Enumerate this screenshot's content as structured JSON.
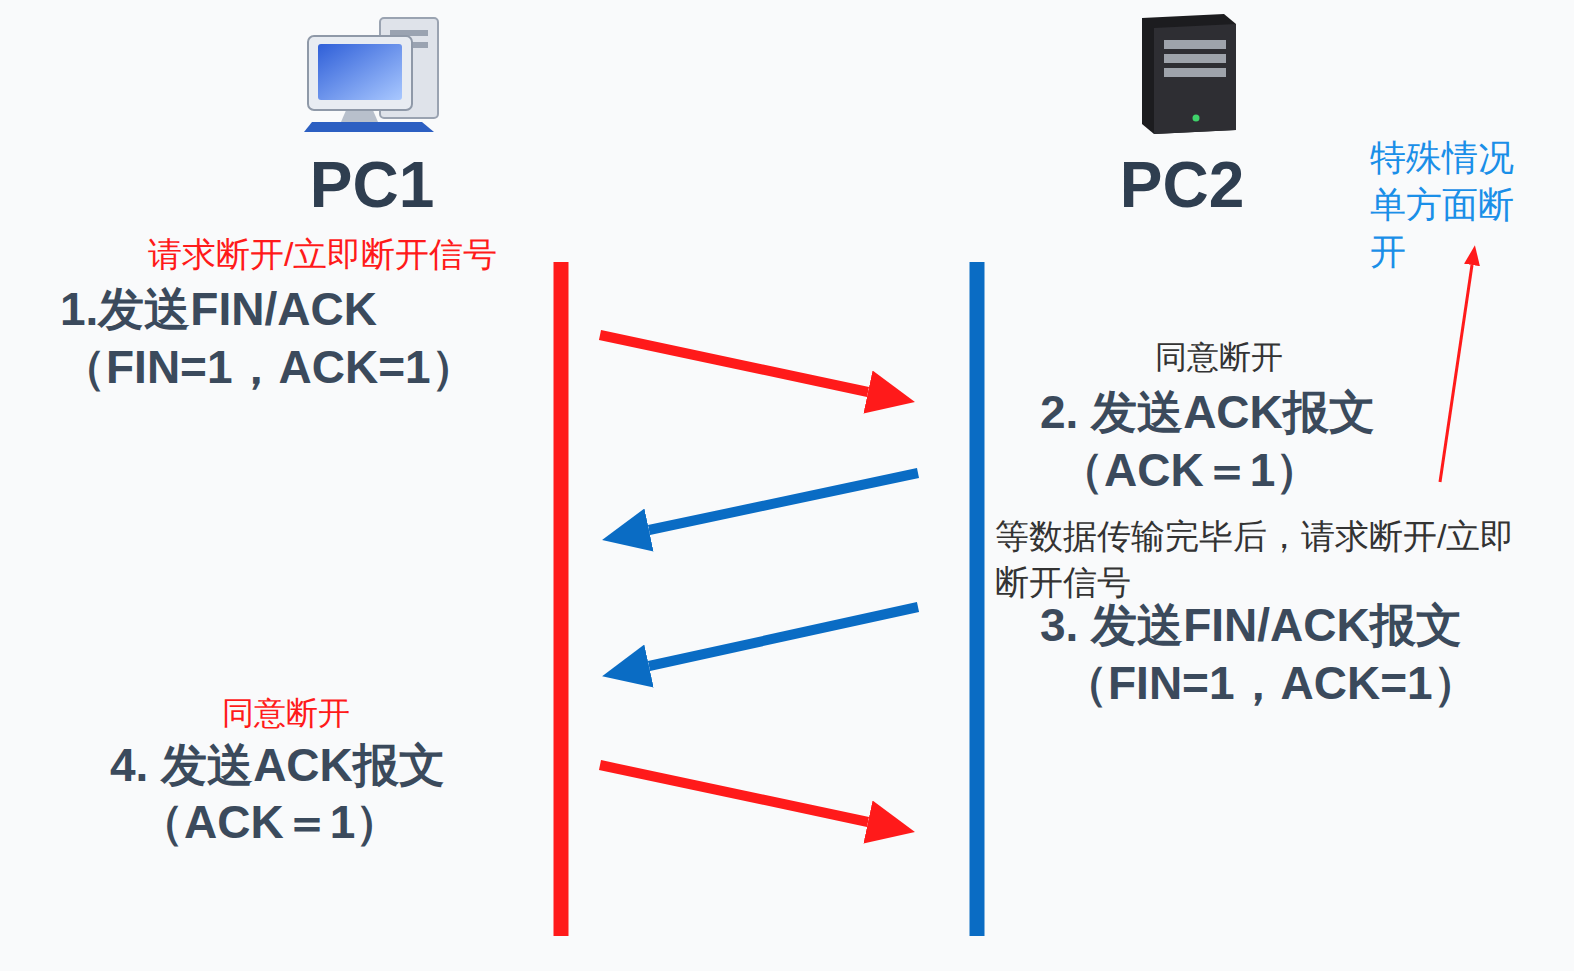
{
  "diagram": {
    "nodes": [
      {
        "text": [
          "PC1"
        ]
      },
      {
        "text": [
          "PC2"
        ]
      }
    ],
    "labels": [
      "请求断开/立即断开信号",
      "1.发送FIN/ACK",
      "（FIN=1，ACK=1）",
      "同意断开",
      "2. 发送ACK报文",
      "（ACK＝1）",
      "特殊情况单方面断开",
      "等数据传输完毕后，请求断开/立即断开信号",
      "3. 发送FIN/ACK报文",
      "（FIN=1，ACK=1）",
      "同意断开",
      "4. 发送ACK报文",
      "（ACK＝1）"
    ]
  }
}
